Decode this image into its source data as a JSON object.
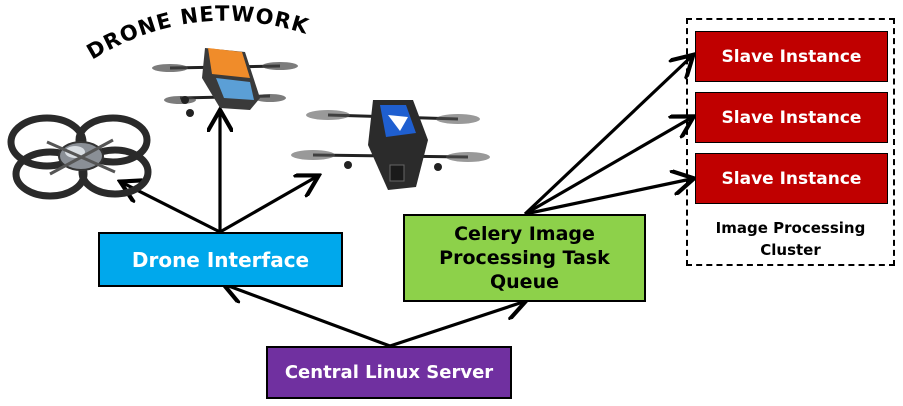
{
  "title": "DRONE NETWORK",
  "nodes": {
    "drone_interface": "Drone Interface",
    "celery_queue": [
      "Celery Image",
      "Processing Task",
      "Queue"
    ],
    "central_server": "Central Linux Server"
  },
  "cluster": {
    "slaves": [
      "Slave Instance",
      "Slave Instance",
      "Slave Instance"
    ],
    "label": [
      "Image Processing",
      "Cluster"
    ]
  },
  "colors": {
    "drone_interface": "#00a8ec",
    "celery_queue": "#8dd14a",
    "central_server": "#7030a0",
    "slave": "#c00000"
  }
}
